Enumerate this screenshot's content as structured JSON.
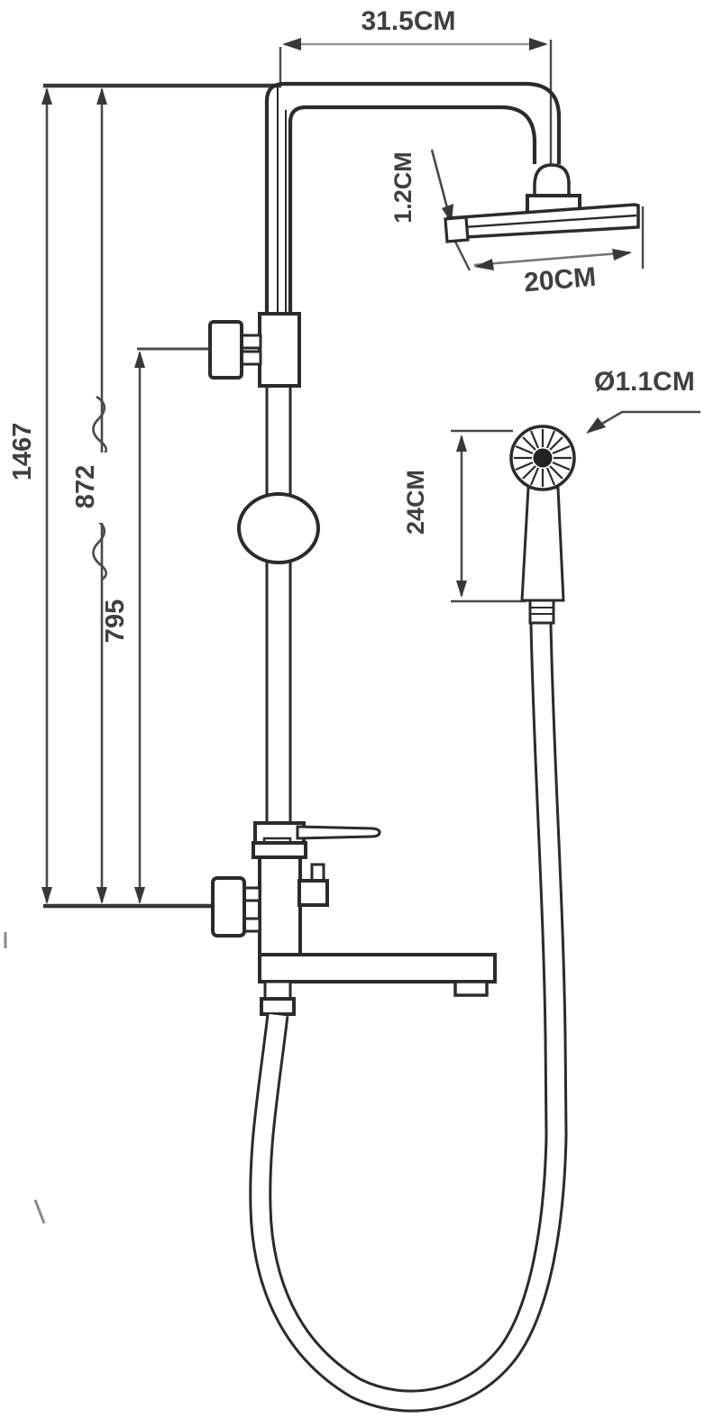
{
  "diagram": {
    "title": "shower-column-technical-drawing",
    "labels": {
      "arm_reach": "31.5CM",
      "head_thickness": "1.2CM",
      "head_width": "20CM",
      "hose_diameter": "Ø1.1CM",
      "hand_shower_length": "24CM",
      "total_height": "1467",
      "upper_section_height": "872",
      "lower_section_height": "795"
    },
    "colors": {
      "outline": "#2b2b2b",
      "dimension_line": "#5a5a5a",
      "light_dimension_line": "#9a9a9a",
      "text": "#3f3f3f",
      "background": "#ffffff"
    }
  }
}
